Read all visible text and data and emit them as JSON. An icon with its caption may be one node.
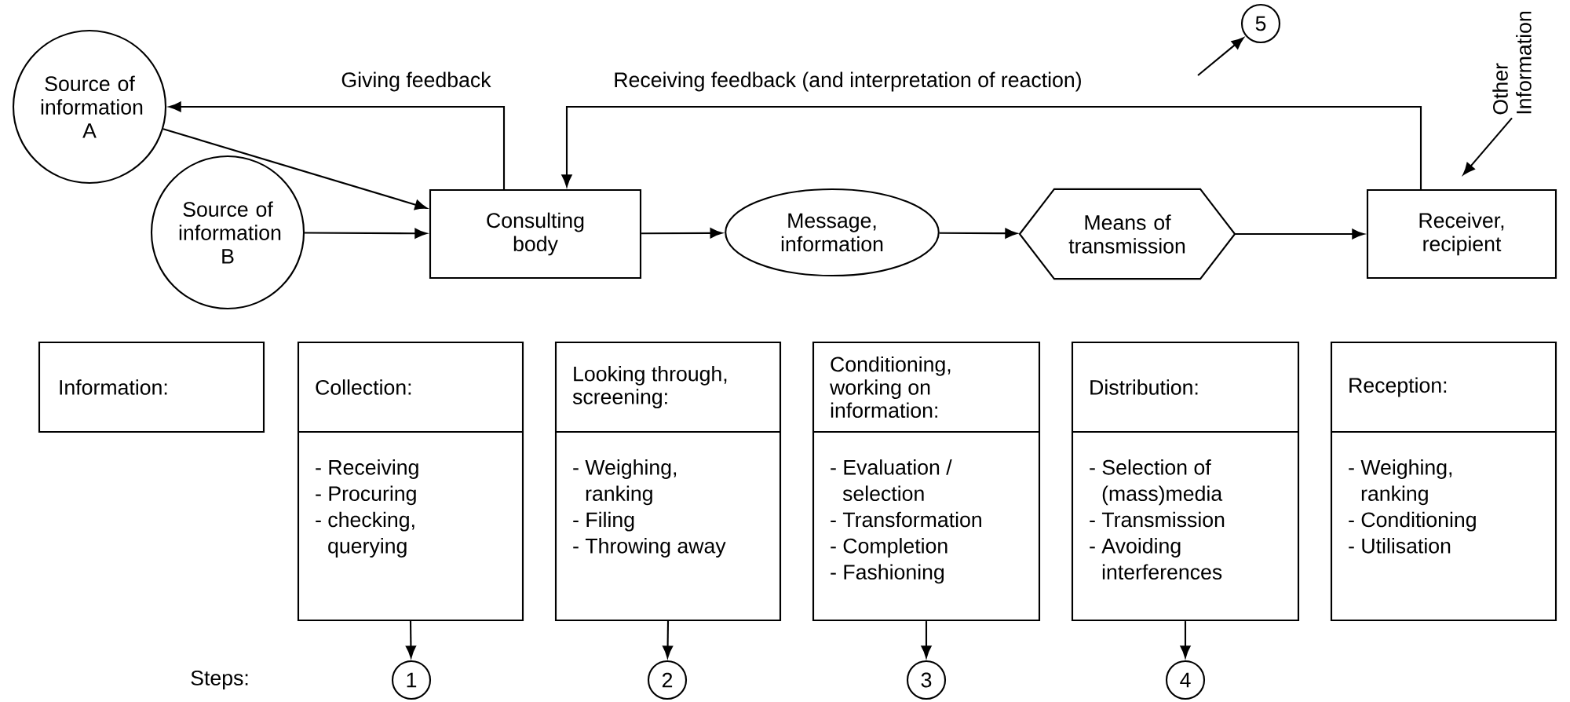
{
  "diagram": {
    "nodes": [
      {
        "text": [
          "Source of information A"
        ]
      },
      {
        "text": [
          "Source of information B"
        ]
      },
      {
        "text": [
          "Consulting body"
        ]
      },
      {
        "text": [
          "Message, information"
        ]
      },
      {
        "text": [
          "Means of transmission"
        ]
      },
      {
        "text": [
          "Receiver, recipient"
        ]
      },
      {
        "text": [
          "Information:"
        ]
      },
      {
        "text": [
          "Collection:",
          "- Receiving",
          "- Procuring",
          "- checking, querying"
        ]
      },
      {
        "text": [
          "Looking through, screening:",
          "- Weighing, ranking",
          "- Filing",
          "- Throwing away"
        ]
      },
      {
        "text": [
          "Conditioning, working on information:",
          "- Evaluation / selection",
          "- Transformation",
          "- Completion",
          "- Fashioning"
        ]
      },
      {
        "text": [
          "Distribution:",
          "- Selection of (mass)media",
          "- Transmission",
          "- Avoiding interferences"
        ]
      },
      {
        "text": [
          "Reception:",
          "- Weighing, ranking",
          "- Conditioning",
          "- Utilisation"
        ]
      },
      {
        "text": [
          "1"
        ]
      },
      {
        "text": [
          "2"
        ]
      },
      {
        "text": [
          "3"
        ]
      },
      {
        "text": [
          "4"
        ]
      },
      {
        "text": [
          "5"
        ]
      },
      {
        "text": [
          "Other Information"
        ]
      }
    ],
    "edges": [
      {
        "from": 0,
        "to": 2,
        "arrow": "to"
      },
      {
        "from": 1,
        "to": 2,
        "arrow": "to"
      },
      {
        "from": 2,
        "to": 0,
        "arrow": "to",
        "label": "Giving feedback"
      },
      {
        "from": 5,
        "to": 2,
        "arrow": "to",
        "label": "Receiving feedback (and interpretation of reaction)"
      },
      {
        "from": 2,
        "to": 3,
        "arrow": "to"
      },
      {
        "from": 3,
        "to": 4,
        "arrow": "to"
      },
      {
        "from": 4,
        "to": 5,
        "arrow": "to"
      },
      {
        "from": 7,
        "to": 12,
        "arrow": "to"
      },
      {
        "from": 8,
        "to": 13,
        "arrow": "to"
      },
      {
        "from": 9,
        "to": 14,
        "arrow": "to"
      },
      {
        "from": 10,
        "to": 15,
        "arrow": "to"
      },
      {
        "from": null,
        "to": 16,
        "arrow": "to"
      },
      {
        "from": 17,
        "to": 5,
        "arrow": "to"
      }
    ],
    "labels": [
      "Steps:"
    ]
  }
}
